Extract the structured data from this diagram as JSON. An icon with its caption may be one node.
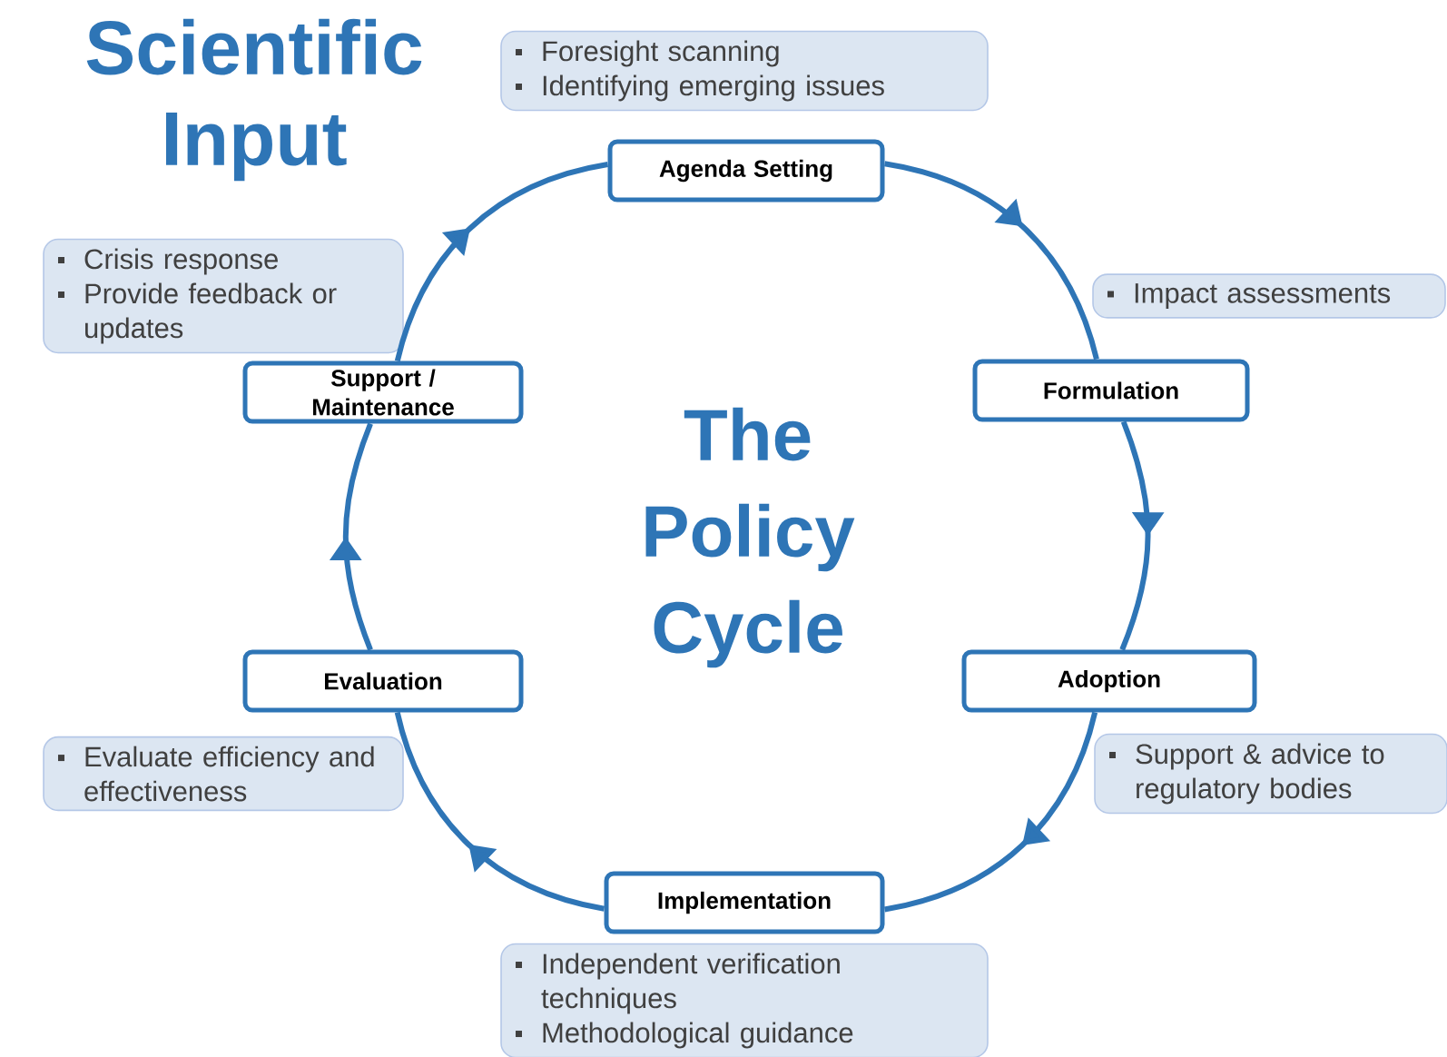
{
  "diagram": {
    "title": "Scientific Input",
    "nodes": [
      {
        "text": [
          "Agenda Setting"
        ]
      },
      {
        "text": [
          "Formulation"
        ]
      },
      {
        "text": [
          "Adoption"
        ]
      },
      {
        "text": [
          "Implementation"
        ]
      },
      {
        "text": [
          "Evaluation"
        ]
      },
      {
        "text": [
          "Support / Maintenance"
        ]
      },
      {
        "text": [
          "Foresight scanning",
          "Identifying emerging issues"
        ]
      },
      {
        "text": [
          "Impact assessments"
        ]
      },
      {
        "text": [
          "Support & advice to regulatory bodies"
        ]
      },
      {
        "text": [
          "Independent verification techniques",
          "Methodological guidance"
        ]
      },
      {
        "text": [
          "Evaluate efficiency and effectiveness"
        ]
      },
      {
        "text": [
          "Crisis response",
          "Provide feedback or updates"
        ]
      }
    ],
    "edges": [
      {
        "from": 0,
        "to": 1,
        "arrow": "to"
      },
      {
        "from": 1,
        "to": 2,
        "arrow": "to"
      },
      {
        "from": 2,
        "to": 3,
        "arrow": "to"
      },
      {
        "from": 3,
        "to": 4,
        "arrow": "to"
      },
      {
        "from": 4,
        "to": 5,
        "arrow": "to"
      },
      {
        "from": 5,
        "to": 0,
        "arrow": "to"
      }
    ],
    "labels": [
      "The Policy Cycle"
    ]
  }
}
